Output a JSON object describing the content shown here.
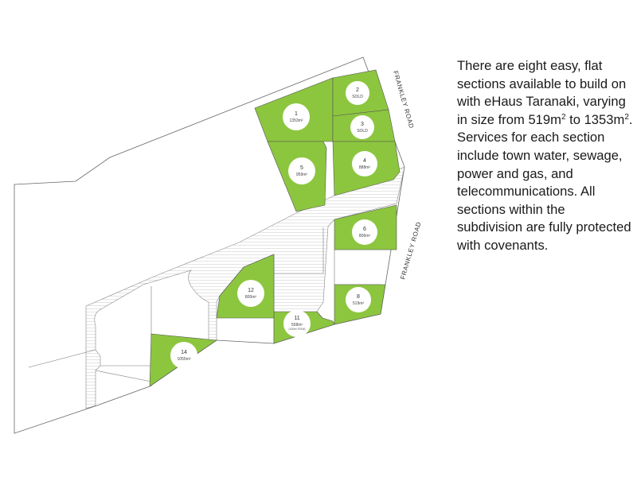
{
  "road_labels": [
    "FRANKLEY ROAD",
    "FRANKLEY ROAD"
  ],
  "lots": [
    {
      "number": "1",
      "area": "1353m²"
    },
    {
      "number": "2",
      "area": "SOLD"
    },
    {
      "number": "3",
      "area": "SOLD"
    },
    {
      "number": "4",
      "area": "888m²"
    },
    {
      "number": "5",
      "area": "959m²"
    },
    {
      "number": "6",
      "area": "806m²"
    },
    {
      "number": "8",
      "area": "519m²"
    },
    {
      "number": "11",
      "area": "558m²",
      "note": "(100m² ROW)"
    },
    {
      "number": "12",
      "area": "800m²"
    },
    {
      "number": "14",
      "area": "1055m²"
    }
  ],
  "description": {
    "intro": "There are eight easy, flat sections available to build on with eHaus Taranaki, varying in size from 519m",
    "sup1": "2",
    "mid": " to 1353m",
    "sup2": "2",
    "rest": ". Services for each section include town water, sewage, power and gas, and telecommunications. All sections within the subdivision are fully protected with covenants."
  },
  "colors": {
    "lot_green": "#8cc63f",
    "boundary_line": "#555555",
    "label_circle": "#ffffff",
    "road_hatch": "#c8c8c8"
  }
}
